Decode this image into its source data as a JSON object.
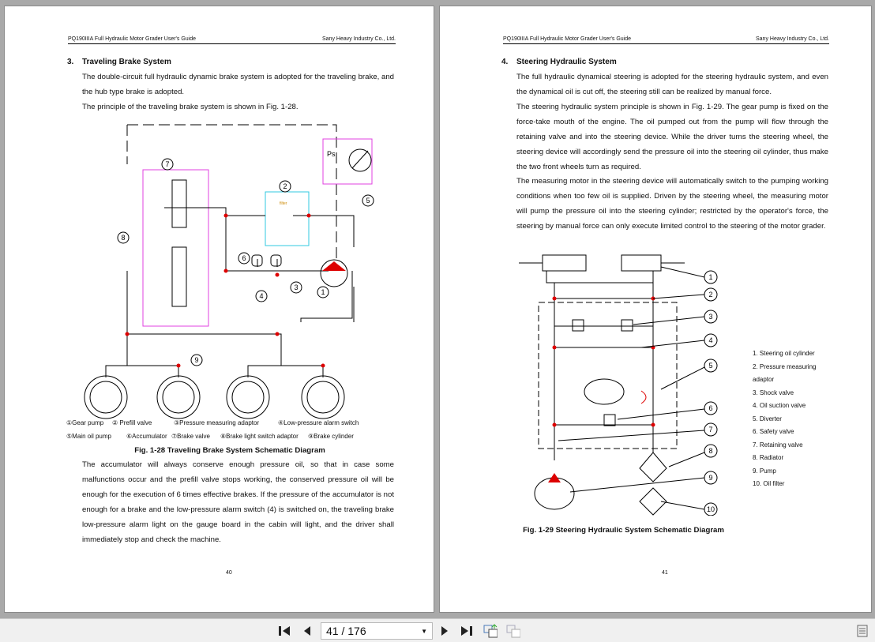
{
  "header": {
    "left": "PQ190IIIA Full Hydraulic Motor Grader User's Guide",
    "right": "Sany Heavy Industry Co., Ltd."
  },
  "page40": {
    "section_number": "3.",
    "section_title": "Traveling Brake System",
    "paragraphs": [
      "The double-circuit full hydraulic dynamic brake system is adopted for the traveling brake, and the hub type brake is adopted.",
      "The principle of the traveling brake system is shown in Fig. 1-28."
    ],
    "diagram_labels": {
      "ps": "Ps",
      "filter": "filter",
      "c1": "1",
      "c2": "2",
      "c3": "3",
      "c4": "4",
      "c5": "5",
      "c6": "6",
      "c7": "7",
      "c8": "8",
      "c9": "9"
    },
    "legend": [
      "①Gear pump",
      "② Prefill valve",
      "③Pressure measuring adaptor",
      "④Low-pressure alarm switch",
      "⑤Main oil pump",
      "⑥Accumulator",
      "⑦Brake valve",
      "⑧Brake light switch adaptor",
      "⑨Brake cylinder"
    ],
    "caption": "Fig. 1-28 Traveling Brake System Schematic Diagram",
    "body": "The accumulator will always conserve enough pressure oil, so that in case some malfunctions occur and the prefill valve stops working, the conserved pressure oil will be enough for the execution of 6 times effective brakes. If the pressure of the accumulator is not enough for a brake and the low-pressure alarm switch (4) is switched on, the traveling brake low-pressure alarm light on the gauge board in the cabin will light, and the driver shall immediately stop and check the machine.",
    "page_number": "40"
  },
  "page41": {
    "section_number": "4.",
    "section_title": "Steering Hydraulic System",
    "paragraphs": [
      "The full hydraulic dynamical steering is adopted for the steering hydraulic system, and even the dynamical oil is cut off, the steering still can be realized by manual force.",
      "The steering hydraulic system principle is shown in Fig. 1-29. The gear pump is fixed on the force-take mouth of the engine. The oil pumped out from the pump will flow through the retaining valve and into the steering device. While the driver turns the steering wheel, the steering device will accordingly send the pressure oil into the steering oil cylinder, thus make the two front wheels turn as required.",
      "The measuring motor in the steering device will automatically switch to the pumping working conditions when too few oil is supplied. Driven by the steering wheel, the measuring motor will pump the pressure oil into the steering cylinder; restricted by the operator's force, the steering by manual force can only execute limited control to the steering of the motor grader."
    ],
    "diagram_labels": [
      "1",
      "2",
      "3",
      "4",
      "5",
      "6",
      "7",
      "8",
      "9",
      "10"
    ],
    "list": [
      "1. Steering oil cylinder",
      "2.  Pressure  measuring adaptor",
      "3. Shock valve",
      "4. Oil suction valve",
      "5. Diverter",
      "6. Safety valve",
      "7. Retaining valve",
      "8. Radiator",
      "9. Pump",
      "10. Oil filter"
    ],
    "caption": "Fig. 1-29 Steering Hydraulic System Schematic Diagram",
    "page_number": "41"
  },
  "toolbar": {
    "page_value": "41 / 176",
    "current_page": 41,
    "total_pages": 176
  }
}
